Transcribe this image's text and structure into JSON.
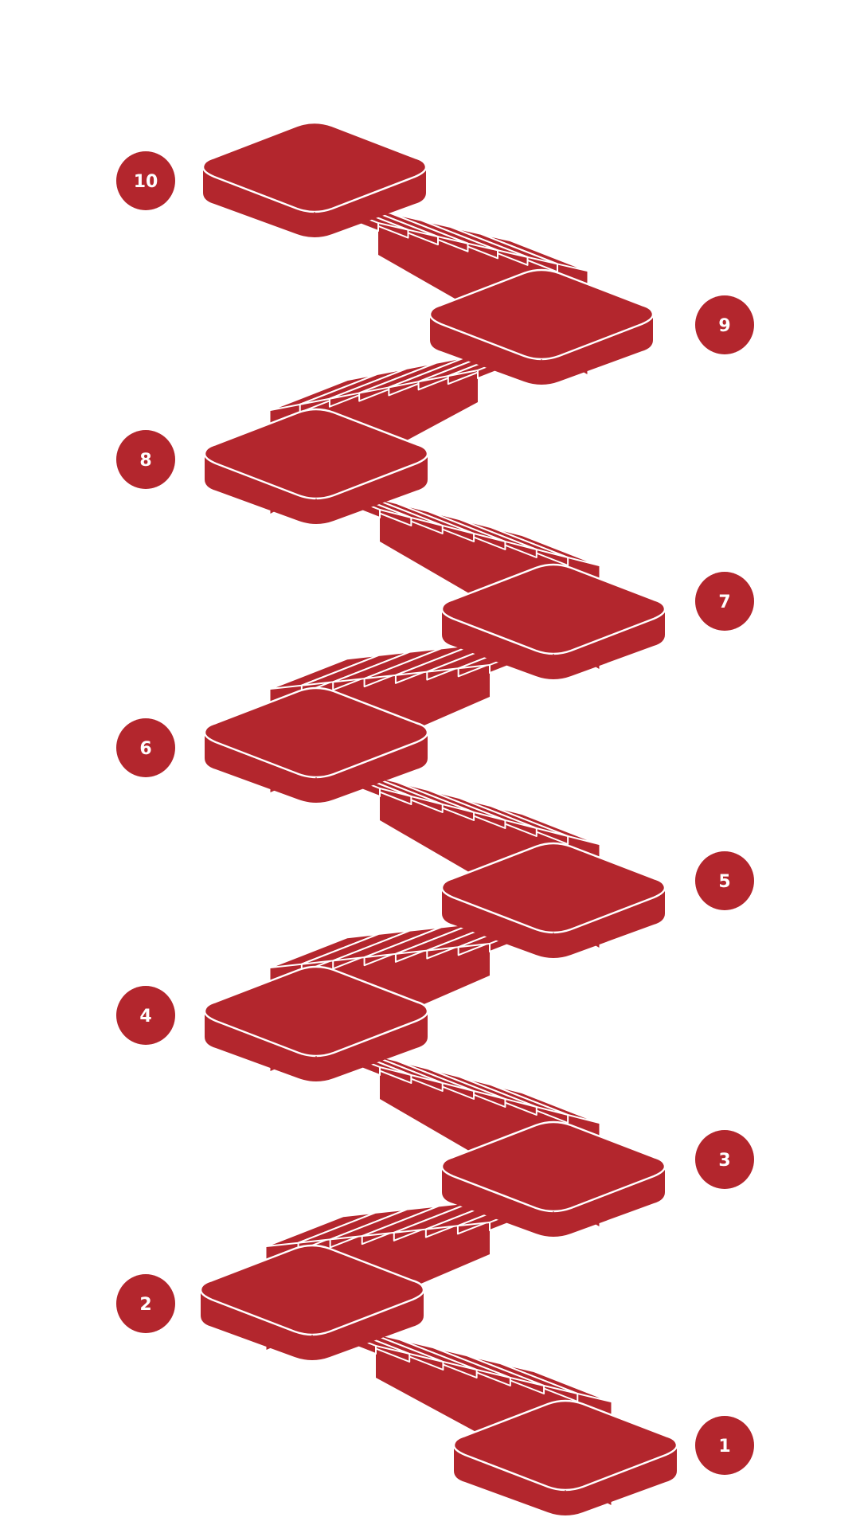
{
  "diagram": {
    "brand_color": "#b3262d",
    "line_color": "#ffffff",
    "steps": [
      {
        "number": "1"
      },
      {
        "number": "2"
      },
      {
        "number": "3"
      },
      {
        "number": "4"
      },
      {
        "number": "5"
      },
      {
        "number": "6"
      },
      {
        "number": "7"
      },
      {
        "number": "8"
      },
      {
        "number": "9"
      },
      {
        "number": "10"
      }
    ]
  }
}
